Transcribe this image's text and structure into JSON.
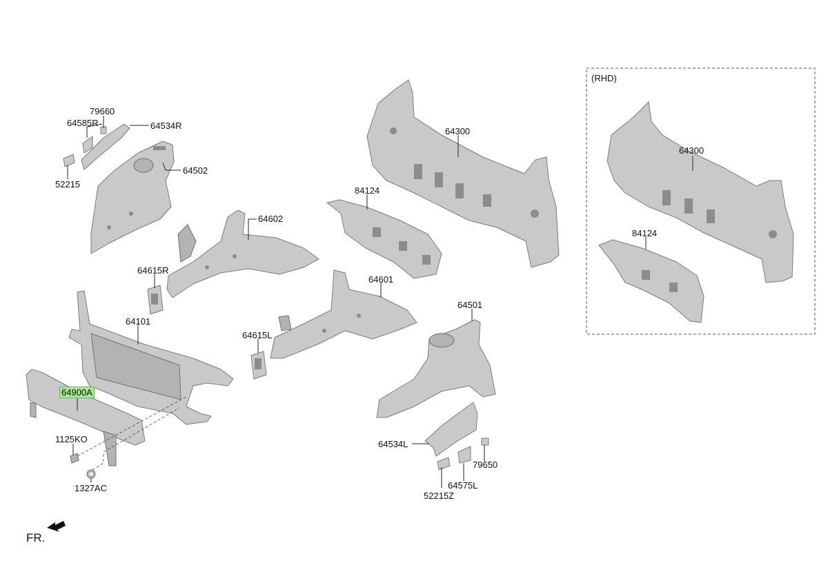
{
  "labels": [
    {
      "id": "79660",
      "text": "79660"
    },
    {
      "id": "64585R",
      "text": "64585R"
    },
    {
      "id": "64534R",
      "text": "64534R"
    },
    {
      "id": "64502",
      "text": "64502"
    },
    {
      "id": "52215",
      "text": "52215"
    },
    {
      "id": "64300",
      "text": "64300"
    },
    {
      "id": "84124",
      "text": "84124"
    },
    {
      "id": "64602",
      "text": "64602"
    },
    {
      "id": "64615R",
      "text": "64615R"
    },
    {
      "id": "64101",
      "text": "64101"
    },
    {
      "id": "64601",
      "text": "64601"
    },
    {
      "id": "64501",
      "text": "64501"
    },
    {
      "id": "64615L",
      "text": "64615L"
    },
    {
      "id": "64900A",
      "text": "64900A",
      "highlighted": true
    },
    {
      "id": "1125KO",
      "text": "1125KO"
    },
    {
      "id": "1327AC",
      "text": "1327AC"
    },
    {
      "id": "64534L",
      "text": "64534L"
    },
    {
      "id": "79650",
      "text": "79650"
    },
    {
      "id": "64575L",
      "text": "64575L"
    },
    {
      "id": "52215Z",
      "text": "52215Z"
    },
    {
      "id": "rhd-64300",
      "text": "64300"
    },
    {
      "id": "rhd-84124",
      "text": "84124"
    }
  ],
  "rhd_panel": {
    "title": "(RHD)"
  },
  "orientation": {
    "text": "FR.",
    "icon": "arrow-front-left-icon"
  },
  "colors": {
    "part_fill": "#c9c9c9",
    "part_stroke": "#7a7a7a",
    "highlight": "#a8e89a",
    "highlight_border": "#5fc04a"
  }
}
